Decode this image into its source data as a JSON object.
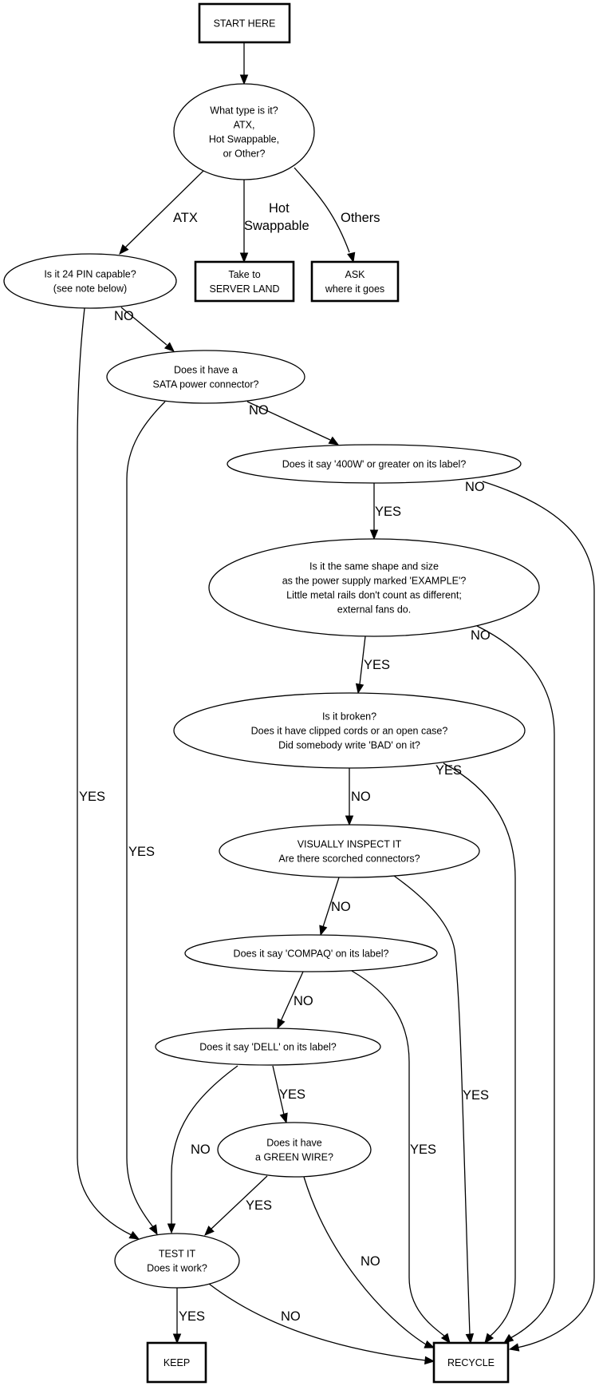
{
  "diagram": {
    "type": "flowchart",
    "nodes": [
      {
        "id": "start",
        "shape": "box",
        "lines": [
          "START HERE"
        ]
      },
      {
        "id": "type",
        "shape": "ellipse",
        "lines": [
          "What type is it?",
          "ATX,",
          "Hot Swappable,",
          "or Other?"
        ]
      },
      {
        "id": "pin24",
        "shape": "ellipse",
        "lines": [
          "Is it 24 PIN capable?",
          "(see note below)"
        ]
      },
      {
        "id": "server",
        "shape": "box",
        "lines": [
          "Take to",
          "SERVER LAND"
        ]
      },
      {
        "id": "ask",
        "shape": "box",
        "lines": [
          "ASK",
          "where it goes"
        ]
      },
      {
        "id": "sata",
        "shape": "ellipse",
        "lines": [
          "Does it have a",
          "SATA power connector?"
        ]
      },
      {
        "id": "w400",
        "shape": "ellipse",
        "lines": [
          "Does it say '400W' or greater on its label?"
        ]
      },
      {
        "id": "example",
        "shape": "ellipse",
        "lines": [
          "Is it the same shape and size",
          "as the power supply marked 'EXAMPLE'?",
          "Little metal rails don't count as different;",
          "external fans do."
        ]
      },
      {
        "id": "broken",
        "shape": "ellipse",
        "lines": [
          "Is it broken?",
          "Does it have clipped cords or an open case?",
          "Did somebody write 'BAD' on it?"
        ]
      },
      {
        "id": "visual",
        "shape": "ellipse",
        "lines": [
          "VISUALLY INSPECT IT",
          "Are there scorched connectors?"
        ]
      },
      {
        "id": "compaq",
        "shape": "ellipse",
        "lines": [
          "Does it say 'COMPAQ' on its label?"
        ]
      },
      {
        "id": "dell",
        "shape": "ellipse",
        "lines": [
          "Does it say 'DELL' on its label?"
        ]
      },
      {
        "id": "green",
        "shape": "ellipse",
        "lines": [
          "Does it have",
          "a GREEN WIRE?"
        ]
      },
      {
        "id": "test",
        "shape": "ellipse",
        "lines": [
          "TEST IT",
          "Does it work?"
        ]
      },
      {
        "id": "keep",
        "shape": "box",
        "lines": [
          "KEEP"
        ]
      },
      {
        "id": "recycle",
        "shape": "box",
        "lines": [
          "RECYCLE"
        ]
      }
    ],
    "edges": [
      {
        "id": "start-type",
        "from": "start",
        "to": "type",
        "label": []
      },
      {
        "id": "type-pin24",
        "from": "type",
        "to": "pin24",
        "label": [
          "ATX"
        ]
      },
      {
        "id": "type-server",
        "from": "type",
        "to": "server",
        "label": [
          "Hot",
          "Swappable"
        ]
      },
      {
        "id": "type-ask",
        "from": "type",
        "to": "ask",
        "label": [
          "Others"
        ]
      },
      {
        "id": "pin24-sata",
        "from": "pin24",
        "to": "sata",
        "label": [
          "NO"
        ]
      },
      {
        "id": "pin24-test",
        "from": "pin24",
        "to": "test",
        "label": [
          "YES"
        ]
      },
      {
        "id": "sata-w400",
        "from": "sata",
        "to": "w400",
        "label": [
          "NO"
        ]
      },
      {
        "id": "sata-test",
        "from": "sata",
        "to": "test",
        "label": [
          "YES"
        ]
      },
      {
        "id": "w400-example",
        "from": "w400",
        "to": "example",
        "label": [
          "YES"
        ]
      },
      {
        "id": "w400-recycle",
        "from": "w400",
        "to": "recycle",
        "label": [
          "NO"
        ]
      },
      {
        "id": "example-broken",
        "from": "example",
        "to": "broken",
        "label": [
          "YES"
        ]
      },
      {
        "id": "example-recycle",
        "from": "example",
        "to": "recycle",
        "label": [
          "NO"
        ]
      },
      {
        "id": "broken-visual",
        "from": "broken",
        "to": "visual",
        "label": [
          "NO"
        ]
      },
      {
        "id": "broken-recycle",
        "from": "broken",
        "to": "recycle",
        "label": [
          "YES"
        ]
      },
      {
        "id": "visual-compaq",
        "from": "visual",
        "to": "compaq",
        "label": [
          "NO"
        ]
      },
      {
        "id": "visual-recycle",
        "from": "visual",
        "to": "recycle",
        "label": [
          "YES"
        ]
      },
      {
        "id": "compaq-dell",
        "from": "compaq",
        "to": "dell",
        "label": [
          "NO"
        ]
      },
      {
        "id": "compaq-recycle",
        "from": "compaq",
        "to": "recycle",
        "label": [
          "YES"
        ]
      },
      {
        "id": "dell-green",
        "from": "dell",
        "to": "green",
        "label": [
          "YES"
        ]
      },
      {
        "id": "dell-test",
        "from": "dell",
        "to": "test",
        "label": [
          "NO"
        ]
      },
      {
        "id": "green-test",
        "from": "green",
        "to": "test",
        "label": [
          "YES"
        ]
      },
      {
        "id": "green-recycle",
        "from": "green",
        "to": "recycle",
        "label": [
          "NO"
        ]
      },
      {
        "id": "test-keep",
        "from": "test",
        "to": "keep",
        "label": [
          "YES"
        ]
      },
      {
        "id": "test-recycle",
        "from": "test",
        "to": "recycle",
        "label": [
          "NO"
        ]
      }
    ]
  }
}
